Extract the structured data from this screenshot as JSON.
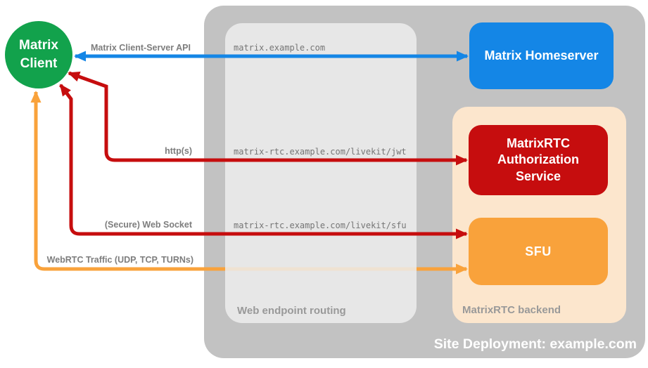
{
  "diagram": {
    "nodes": {
      "client": {
        "label": "Matrix Client",
        "color": "#12a24c"
      },
      "homeserver": {
        "label": "Matrix Homeserver",
        "color": "#1486e6"
      },
      "auth_service": {
        "label": "MatrixRTC Authorization Service",
        "color": "#c60d0e"
      },
      "sfu": {
        "label": "SFU",
        "color": "#f9a23b"
      }
    },
    "containers": {
      "site": {
        "label": "Site Deployment: example.com",
        "color": "#c2c2c2"
      },
      "routing": {
        "caption": "Web endpoint routing",
        "endpoints": [
          "matrix.example.com",
          "matrix-rtc.example.com/livekit/jwt",
          "matrix-rtc.example.com/livekit/sfu"
        ]
      },
      "backend": {
        "caption": "MatrixRTC backend",
        "color": "#fce6cd"
      }
    },
    "arrows": [
      {
        "label": "Matrix Client-Server API",
        "color": "#1486e6",
        "from": "Matrix Client",
        "to": "Matrix Homeserver",
        "bidirectional": true
      },
      {
        "label": "http(s)",
        "color": "#c60d0e",
        "from": "Matrix Client",
        "to": "MatrixRTC Authorization Service",
        "bidirectional": true
      },
      {
        "label": "(Secure) Web Socket",
        "color": "#c60d0e",
        "from": "Matrix Client",
        "to": "SFU",
        "bidirectional": true
      },
      {
        "label": "WebRTC Traffic (UDP, TCP, TURNs)",
        "color": "#f9a23b",
        "from": "Matrix Client",
        "to": "SFU",
        "bidirectional": true
      }
    ]
  }
}
